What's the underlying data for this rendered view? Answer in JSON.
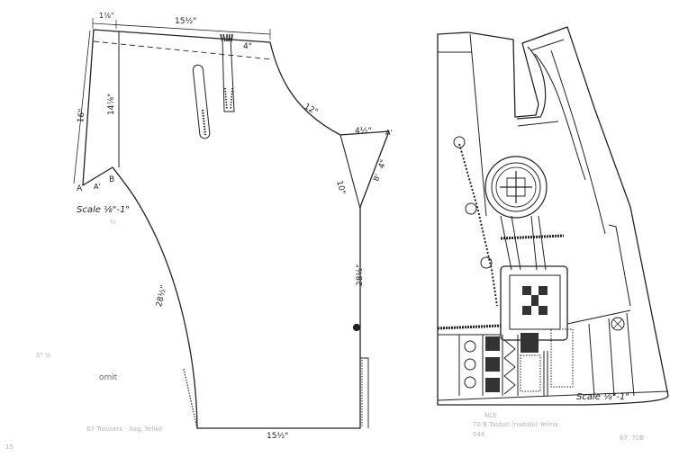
{
  "trousers": {
    "dims": {
      "top_waist_left": "1⅞\"",
      "top_waist": "15½\"",
      "dart_offset": "4\"",
      "side_outer": "16\"",
      "side_inner": "14⅞\"",
      "crotch_curve": "12\"",
      "crotch_top": "4½\"",
      "crotch_right": "4\"",
      "crotch_left": "10\"",
      "inseam_left": "28½\"",
      "inseam_right": "28½\"",
      "hem": "15½\""
    },
    "points": {
      "a_left": "A",
      "a_prime_left": "A'",
      "b_left": "B",
      "a_prime_right": "A'",
      "b_prime_right": "B'"
    },
    "scale": "Scale ⅛\"-1\"",
    "scale_note": "½",
    "margin_note": "5\" ¼",
    "omit_note": "omit",
    "caption": "67 Trousers · Sug. Yelike"
  },
  "jacket": {
    "scale": "Scale ⅛\"-1\"",
    "caption_line1": "NLE",
    "caption_line2": "70 B Tasbat (nadabi) Yelina",
    "caption_line3": "546",
    "ref_number": "67, 70B"
  },
  "corner_note": "15"
}
